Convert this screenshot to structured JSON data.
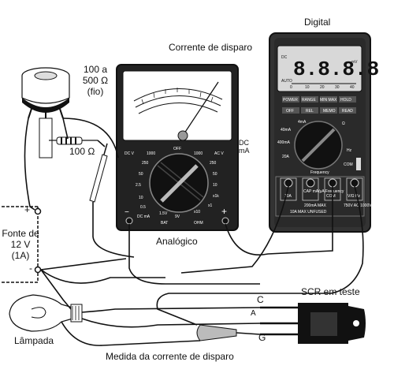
{
  "labels": {
    "digital": "Digital",
    "corrente_disparo": "Corrente de disparo",
    "pot_value_1": "100 a",
    "pot_value_2": "500 Ω",
    "pot_value_3": "(fio)",
    "resistor": "100 Ω",
    "dc_ma_1": "DC",
    "dc_ma_2": "mA",
    "fonte_1": "Fonte de",
    "fonte_2": "12 V",
    "fonte_3": "(1A)",
    "plus": "+",
    "minus": "-",
    "analogico": "Analógico",
    "scr": "SCR em teste",
    "pin_c": "C",
    "pin_a": "A",
    "pin_g": "G",
    "lampada": "Lâmpada",
    "medida": "Medida da corrente de disparo"
  },
  "analog_meter": {
    "dial_labels": [
      "DC V",
      "1000",
      "OFF",
      "1000",
      "AC V",
      "250",
      "250",
      "50",
      "50",
      "10",
      "2.5",
      "10",
      "0.5",
      "x1k",
      "DC mA",
      "1.5V",
      "9V",
      "x10",
      "OHM",
      "x1",
      "BAT"
    ]
  },
  "digital_meter": {
    "display": "8.8.8.8",
    "unit": "mV",
    "mode": "DC",
    "auto": "AUTO",
    "bar_ticks": [
      "0",
      "10",
      "20",
      "30",
      "40"
    ],
    "buttons_row1": [
      "POWER",
      "RANGE",
      "MIN MAX",
      "HOLD"
    ],
    "buttons_row2": [
      "OFF",
      "REL",
      "MEMO",
      "READ"
    ],
    "dial_labels": [
      "4mA",
      "40mA",
      "400mA",
      "20A",
      "Ω",
      "Hz",
      "Frequency",
      "COM"
    ],
    "jack_labels": [
      "10A",
      "CAP mA/μA Frequency",
      "COM",
      "V/Ω Hz"
    ],
    "warnings": [
      "200mA MAX",
      "10A MAX UNFUSED",
      "750V AC 1000V DC"
    ]
  },
  "colors": {
    "ink": "#111111",
    "meter_body": "#222222",
    "scale_face": "#ffffff",
    "digital_lcd": "#d8d8d8"
  }
}
